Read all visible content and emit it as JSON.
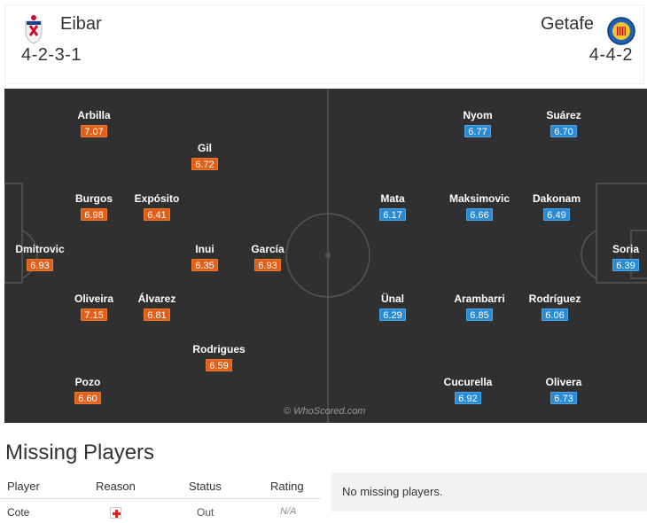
{
  "header": {
    "home": {
      "name": "Eibar",
      "formation": "4-2-3-1"
    },
    "away": {
      "name": "Getafe",
      "formation": "4-4-2"
    }
  },
  "pitch": {
    "watermark": "© WhoScored.com",
    "home_players": [
      {
        "name": "Arbilla",
        "rating": "7.07"
      },
      {
        "name": "Gil",
        "rating": "6.72"
      },
      {
        "name": "Burgos",
        "rating": "6.98"
      },
      {
        "name": "Expósito",
        "rating": "6.41"
      },
      {
        "name": "Dmitrovic",
        "rating": "6.93"
      },
      {
        "name": "Inui",
        "rating": "6.35"
      },
      {
        "name": "García",
        "rating": "6.93"
      },
      {
        "name": "Oliveira",
        "rating": "7.15"
      },
      {
        "name": "Álvarez",
        "rating": "6.81"
      },
      {
        "name": "Rodrigues",
        "rating": "6.59"
      },
      {
        "name": "Pozo",
        "rating": "6.60"
      }
    ],
    "away_players": [
      {
        "name": "Nyom",
        "rating": "6.77"
      },
      {
        "name": "Suárez",
        "rating": "6.70"
      },
      {
        "name": "Mata",
        "rating": "6.17"
      },
      {
        "name": "Maksimovic",
        "rating": "6.66"
      },
      {
        "name": "Dakonam",
        "rating": "6.49"
      },
      {
        "name": "Soria",
        "rating": "6.39"
      },
      {
        "name": "Ünal",
        "rating": "6.29"
      },
      {
        "name": "Arambarri",
        "rating": "6.85"
      },
      {
        "name": "Rodríguez",
        "rating": "6.06"
      },
      {
        "name": "Cucurella",
        "rating": "6.92"
      },
      {
        "name": "Olivera",
        "rating": "6.73"
      }
    ],
    "colors": {
      "home_rating": "#e0601a",
      "away_rating": "#2a8ad4",
      "pitch": "#303030"
    }
  },
  "missing": {
    "title": "Missing Players",
    "columns": {
      "player": "Player",
      "reason": "Reason",
      "status": "Status",
      "rating": "Rating"
    },
    "rows": [
      {
        "player": "Cote",
        "reason_icon": "injury-cross-icon",
        "status": "Out",
        "rating": "N/A"
      }
    ],
    "away_message": "No missing players."
  }
}
